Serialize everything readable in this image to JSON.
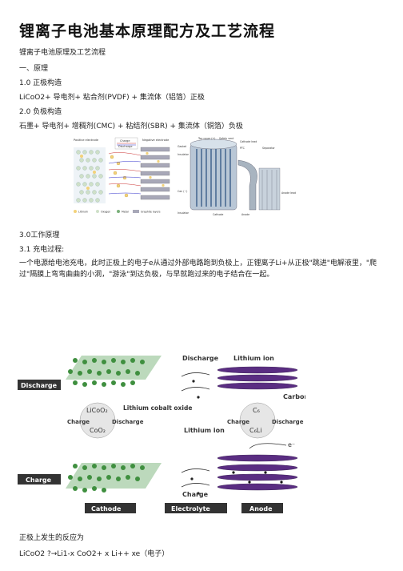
{
  "document": {
    "title": "锂离子电池基本原理配方及工艺流程",
    "lines": [
      "锂离子电池原理及工艺流程",
      "一、原理",
      "1.0 正极构造",
      "LiCoO2+ 导电剂+ 粘合剂(PVDF) + 集流体（铝箔）正极",
      "2.0 负极构造",
      "石墨+ 导电剂+ 增稠剂(CMC) + 粘结剂(SBR) + 集流体（铜箔）负极",
      "3.0工作原理",
      "3.1 充电过程:"
    ],
    "paragraph": "一个电源给电池充电，此时正极上的电子e从通过外部电路跑到负极上，正锂离子Li+从正极\"跳进\"电解液里，\"爬过\"隔膜上弯弯曲曲的小洞，\"游泳\"到达负极，与早就跑过来的电子结合在一起。",
    "after_lines": [
      "正极上发生的反应为",
      "LiCoO2 ?→Li1-x CoO2+ x Li++ xe（电子）"
    ]
  },
  "figure1": {
    "charge": "Charge",
    "discharge": "Discharge",
    "positive": "Positive electrode",
    "negative": "Negative electrode",
    "top_cover": "Top cover (+)",
    "safety_vent": "Safety vent",
    "cathode_lead": "Cathode lead",
    "gasket": "Gasket",
    "ptc": "PTC",
    "separator": "Separator",
    "insulator": "Insulator",
    "can": "Can (−)",
    "anode_lead": "Anode lead",
    "insulator2": "Insulator",
    "cathode": "Cathode",
    "anode": "Anode",
    "legend": [
      "Lithium",
      "Oxygen",
      "Metal",
      "Graphite layers"
    ]
  },
  "figure2": {
    "discharge_top": "Discharge",
    "lithium_ion_top": "Lithium ion",
    "discharge_label": "Discharge",
    "charge_label": "Charge",
    "licoo2": "LiCoO₂",
    "coo2": "CoO₂",
    "charge_left": "Charge",
    "discharge_left": "Discharge",
    "lco": "Lithium cobalt oxide",
    "lithium_ion_mid": "Lithium ion",
    "c6": "C₆",
    "c6li": "C₆Li",
    "charge_right": "Charge",
    "discharge_right": "Discharge",
    "carbon": "Carbon",
    "electron": "e⁻",
    "charge_bottom": "Charge",
    "cathode": "Cathode",
    "electrolyte": "Electrolyte",
    "anode": "Anode"
  }
}
